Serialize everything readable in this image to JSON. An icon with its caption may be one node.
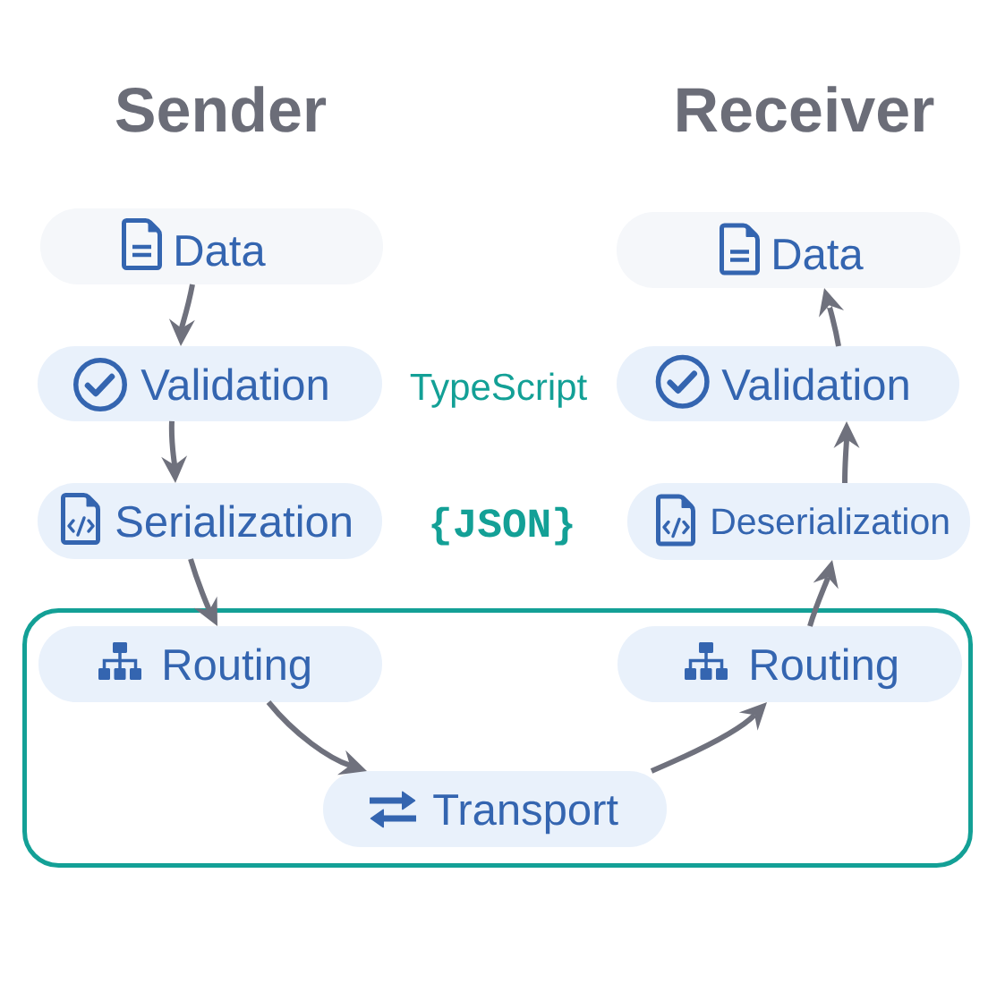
{
  "diagram": {
    "nodes": [
      {
        "text": [
          "Data"
        ]
      },
      {
        "text": [
          "Validation"
        ]
      },
      {
        "text": [
          "Serialization"
        ]
      },
      {
        "text": [],
        "shape": "box"
      },
      {
        "text": [
          "Routing"
        ],
        "in": 3
      },
      {
        "text": [
          "Transport"
        ],
        "in": 3
      },
      {
        "text": [
          "Routing"
        ],
        "in": 3
      },
      {
        "text": [
          "Deserialization"
        ]
      },
      {
        "text": [
          "Validation"
        ]
      },
      {
        "text": [
          "Data"
        ]
      }
    ],
    "edges": [
      {
        "from": 0,
        "to": 1,
        "arrow": "to"
      },
      {
        "from": 1,
        "to": 2,
        "arrow": "to"
      },
      {
        "from": 2,
        "to": 4,
        "arrow": "to"
      },
      {
        "from": 4,
        "to": 5,
        "arrow": "to"
      },
      {
        "from": 5,
        "to": 6,
        "arrow": "to"
      },
      {
        "from": 6,
        "to": 7,
        "arrow": "to"
      },
      {
        "from": 7,
        "to": 8,
        "arrow": "to"
      },
      {
        "from": 8,
        "to": 9,
        "arrow": "to"
      }
    ],
    "labels": [
      "Sender",
      "Receiver",
      "TypeScript",
      "{JSON}"
    ]
  }
}
